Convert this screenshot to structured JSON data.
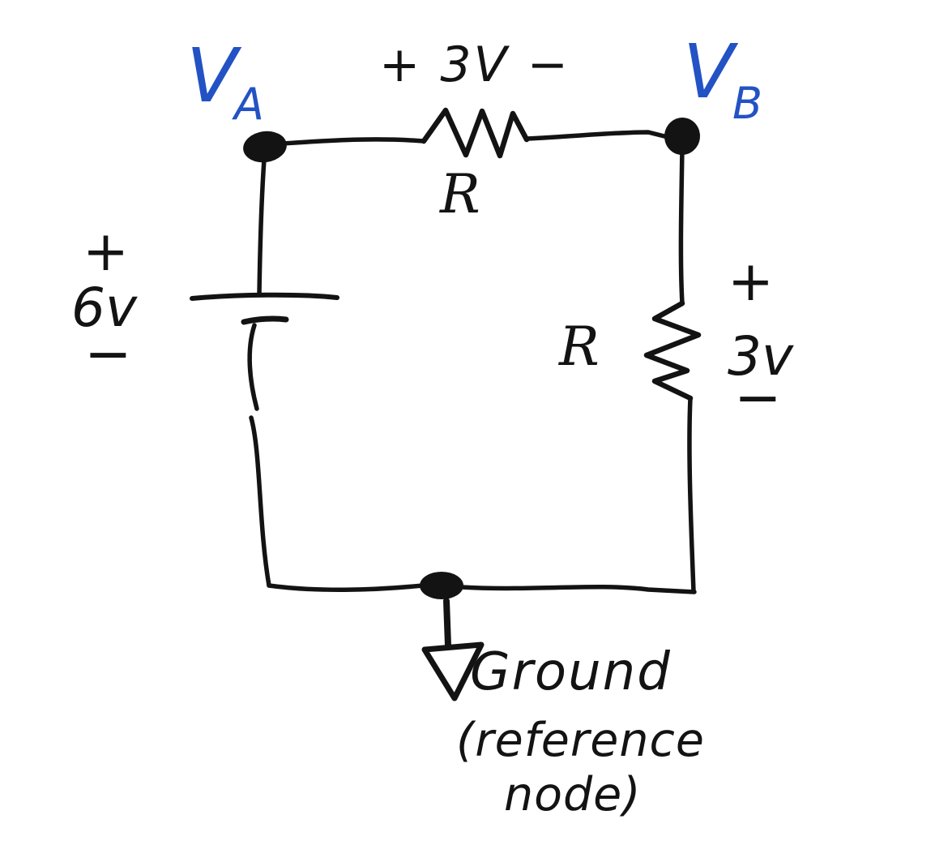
{
  "colors": {
    "ink": "#131313",
    "accent": "#2352c4",
    "bg": "#ffffff"
  },
  "labels": {
    "node_a": {
      "base": "V",
      "sub": "A"
    },
    "node_b": {
      "base": "V",
      "sub": "B"
    },
    "top_resistor": {
      "voltage": "+ 3V −",
      "name": "R"
    },
    "source": {
      "plus": "+",
      "value": "6v",
      "minus": "−"
    },
    "right_resistor": {
      "name": "R",
      "plus": "+",
      "value": "3v",
      "minus": "−"
    },
    "ground": {
      "title": "Ground",
      "note_line1": "(reference",
      "note_line2": "node)"
    }
  }
}
